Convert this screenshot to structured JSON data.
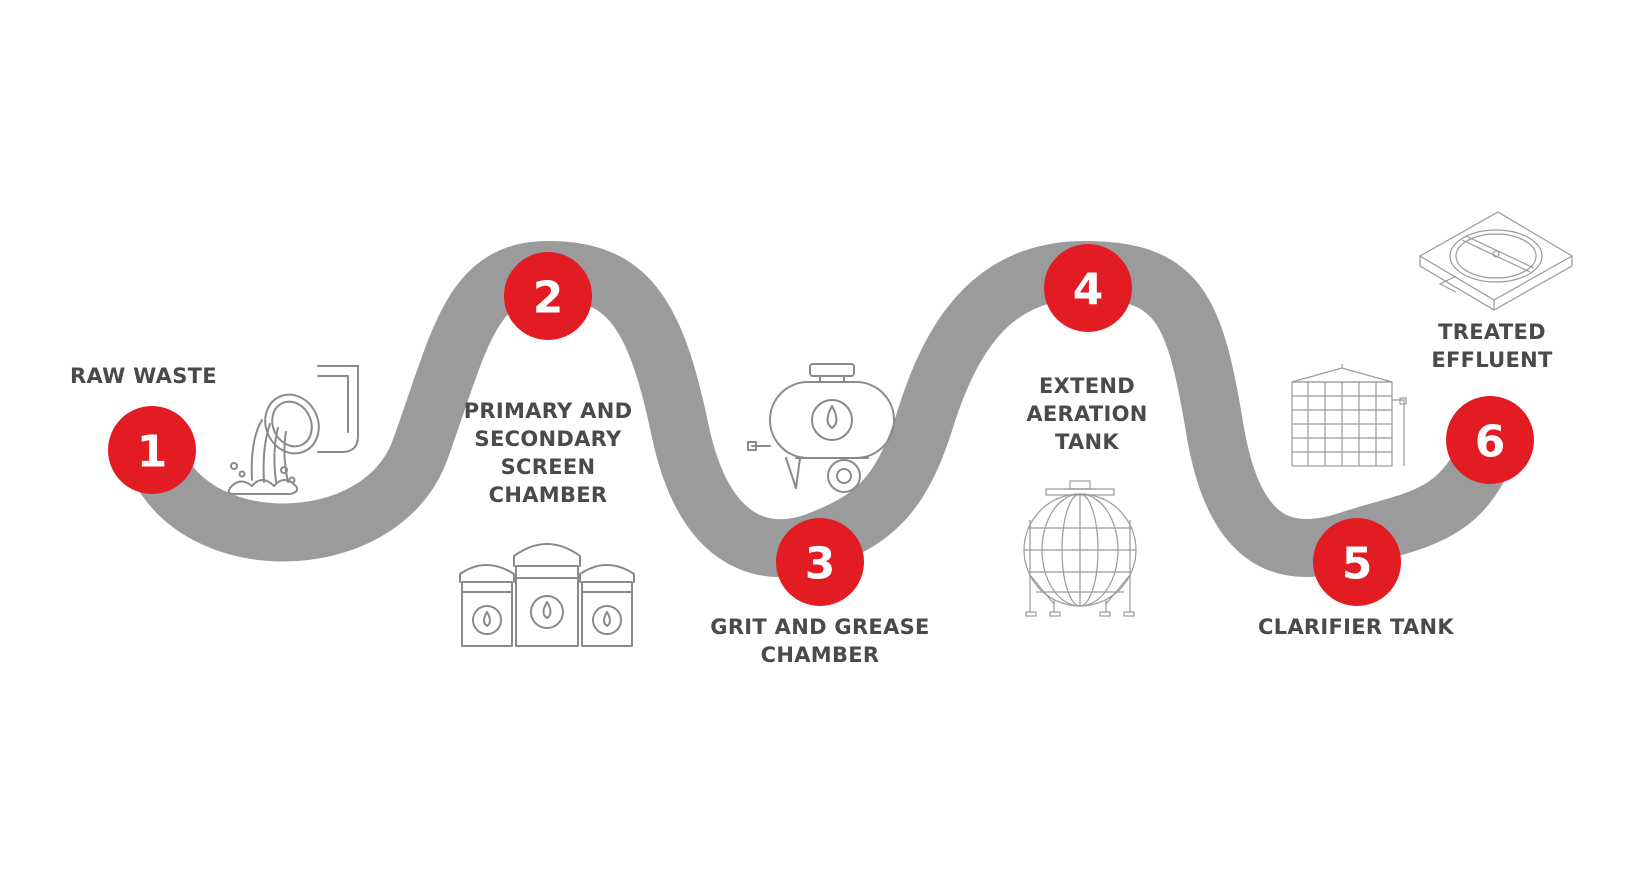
{
  "colors": {
    "road": "#9b9b9b",
    "marker": "#e31b23",
    "label": "#4a4a4a",
    "icon": "#8a8a8a"
  },
  "steps": [
    {
      "number": "1",
      "label_lines": [
        "RAW WASTE"
      ],
      "icon": "pipe-outflow-icon"
    },
    {
      "number": "2",
      "label_lines": [
        "PRIMARY AND",
        "SECONDARY",
        "SCREEN",
        "CHAMBER"
      ],
      "icon": "screen-chamber-tanks-icon"
    },
    {
      "number": "3",
      "label_lines": [
        "GRIT AND GREASE",
        "CHAMBER"
      ],
      "icon": "tank-trailer-icon"
    },
    {
      "number": "4",
      "label_lines": [
        "EXTEND",
        "AERATION",
        "TANK"
      ],
      "icon": "spherical-tank-icon"
    },
    {
      "number": "5",
      "label_lines": [
        "CLARIFIER TANK"
      ],
      "icon": "cylindrical-storage-tank-icon"
    },
    {
      "number": "6",
      "label_lines": [
        "TREATED",
        "EFFLUENT"
      ],
      "icon": "clarifier-basin-icon"
    }
  ]
}
